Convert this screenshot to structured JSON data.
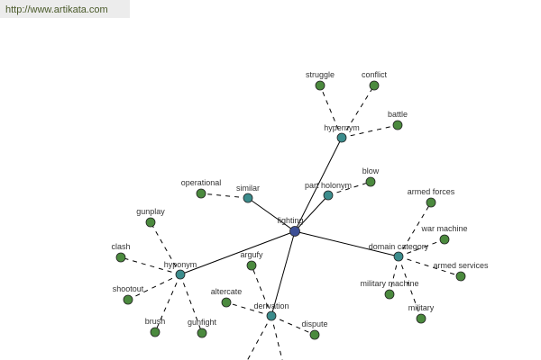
{
  "site_link": "http://www.artikata.com",
  "colors": {
    "center": "#3c4f96",
    "relation": "#3b8c8c",
    "leaf": "#4b8a3e"
  },
  "graph": {
    "center": "fighting",
    "relations": [
      {
        "label": "hypernym",
        "words": [
          "struggle",
          "conflict",
          "battle"
        ]
      },
      {
        "label": "part holonym",
        "words": [
          "blow"
        ]
      },
      {
        "label": "similar",
        "words": [
          "operational"
        ]
      },
      {
        "label": "hyponym",
        "words": [
          "gunplay",
          "clash",
          "shootout",
          "brush",
          "gunfight"
        ]
      },
      {
        "label": "domain category",
        "words": [
          "armed forces",
          "war machine",
          "armed services",
          "military machine",
          "military"
        ]
      },
      {
        "label": "derivation",
        "words": [
          "argufy",
          "altercate",
          "dispute"
        ]
      }
    ]
  }
}
